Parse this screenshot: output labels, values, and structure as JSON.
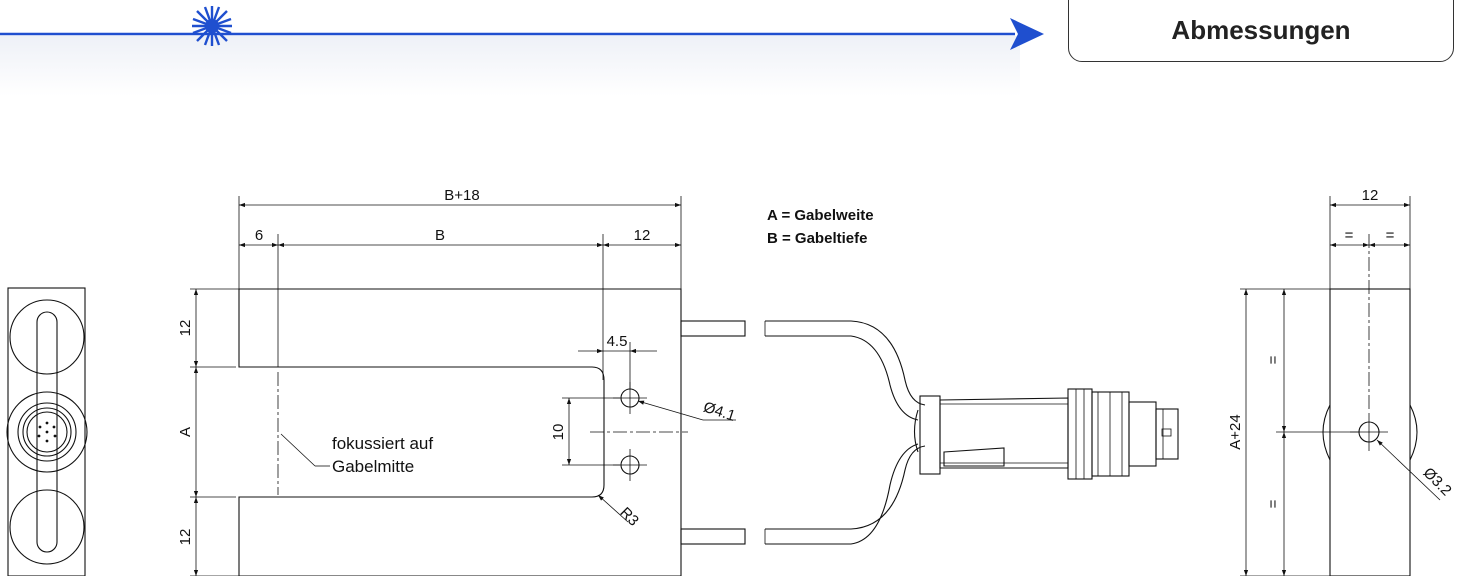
{
  "header": {
    "title": "Abmessungen",
    "accent_color": "#1f4fcf",
    "icons": [
      "laser-star-icon",
      "arrow-right-icon"
    ]
  },
  "legend": {
    "a": "A = Gabelweite",
    "b": "B = Gabeltiefe"
  },
  "front_view": {
    "overall_width": "B+18",
    "left_offset": "6",
    "depth": "B",
    "right_part": "12",
    "top_leg": "12",
    "gap": "A",
    "bottom_leg": "12",
    "hole_offset": "4.5",
    "hole_spacing": "10",
    "hole_diameter": "Ø4.1",
    "corner_radius": "R3",
    "note_line1": "fokussiert auf",
    "note_line2": "Gabelmitte"
  },
  "side_view": {
    "width": "12",
    "eq_left": "=",
    "eq_right": "=",
    "height": "A+24",
    "eq_top": "=",
    "eq_bottom": "=",
    "hole_diameter": "Ø3.2"
  }
}
